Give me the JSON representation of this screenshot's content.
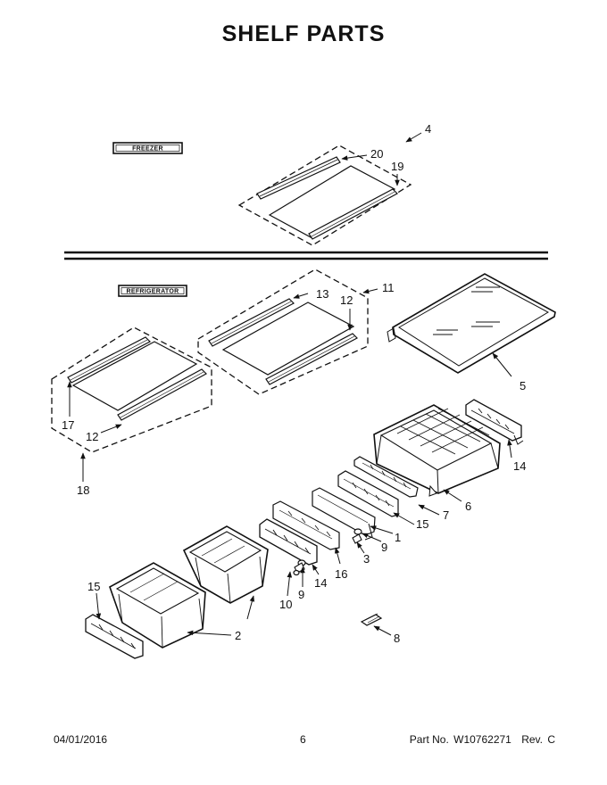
{
  "title": "SHELF PARTS",
  "labels": {
    "freezer": "FREEZER",
    "refrigerator": "REFRIGERATOR"
  },
  "callouts": {
    "c4": "4",
    "c20": "20",
    "c19": "19",
    "c13": "13",
    "c11": "11",
    "c12a": "12",
    "c5": "5",
    "c17": "17",
    "c12b": "12",
    "c18": "18",
    "c14a": "14",
    "c6": "6",
    "c7": "7",
    "c15a": "15",
    "c1": "1",
    "c9a": "9",
    "c3": "3",
    "c16": "16",
    "c14b": "14",
    "c9b": "9",
    "c10": "10",
    "c15b": "15",
    "c2": "2",
    "c8": "8"
  },
  "footer": {
    "date": "04/01/2016",
    "page": "6",
    "part_prefix": "Part No.",
    "part_number": "W10762271",
    "rev_prefix": "Rev.",
    "rev": "C"
  }
}
